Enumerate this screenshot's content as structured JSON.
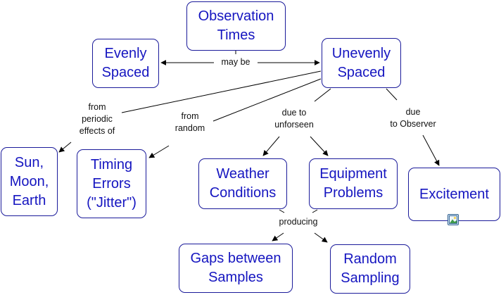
{
  "concepts": [
    {
      "id": "observation_times",
      "label": "Observation\nTimes"
    },
    {
      "id": "evenly_spaced",
      "label": "Evenly\nSpaced"
    },
    {
      "id": "unevenly_spaced",
      "label": "Unevenly\nSpaced"
    },
    {
      "id": "sun_moon_earth",
      "label": "Sun,\nMoon,\nEarth"
    },
    {
      "id": "timing_errors",
      "label": "Timing\nErrors\n(\"Jitter\")"
    },
    {
      "id": "weather_conditions",
      "label": "Weather\nConditions"
    },
    {
      "id": "equipment_problems",
      "label": "Equipment\nProblems"
    },
    {
      "id": "excitement",
      "label": "Excitement",
      "attachment_icon": "image-icon"
    },
    {
      "id": "gaps_between_samples",
      "label": "Gaps between\nSamples"
    },
    {
      "id": "random_sampling",
      "label": "Random\nSampling"
    }
  ],
  "link_labels": {
    "may_be": "may be",
    "from_periodic": "from\nperiodic\neffects of",
    "from_random": "from\nrandom",
    "due_to_unforseen": "due to\nunforseen",
    "due_to_observer": "due\nto Observer",
    "producing": "producing"
  },
  "relations": [
    {
      "from": "observation_times",
      "via": "may be",
      "to": [
        "evenly_spaced",
        "unevenly_spaced"
      ]
    },
    {
      "from": "unevenly_spaced",
      "via": "from periodic effects of",
      "to": [
        "sun_moon_earth"
      ]
    },
    {
      "from": "unevenly_spaced",
      "via": "from random",
      "to": [
        "timing_errors"
      ]
    },
    {
      "from": "unevenly_spaced",
      "via": "due to unforseen",
      "to": [
        "weather_conditions",
        "equipment_problems"
      ]
    },
    {
      "from": "unevenly_spaced",
      "via": "due to Observer",
      "to": [
        "excitement"
      ]
    },
    {
      "from": [
        "weather_conditions",
        "equipment_problems"
      ],
      "via": "producing",
      "to": [
        "gaps_between_samples",
        "random_sampling"
      ]
    }
  ],
  "colors": {
    "concept_text": "#1515c0",
    "concept_border": "#1a1a9a",
    "link_line": "#000000",
    "link_text": "#111111"
  }
}
